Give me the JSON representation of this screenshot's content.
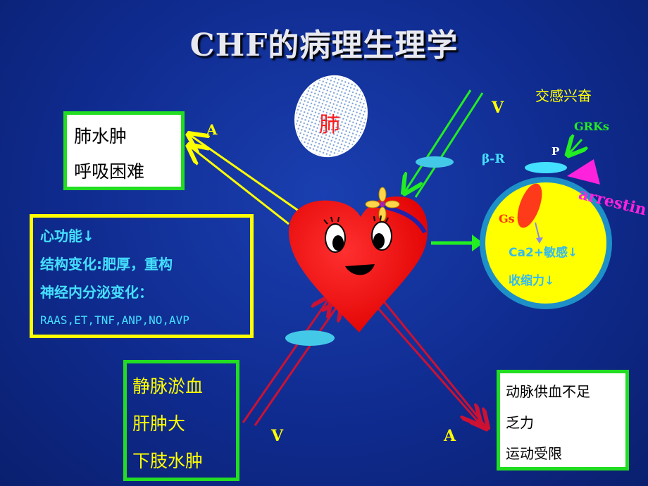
{
  "title": "CHF的病理生理学",
  "lung_label": "肺",
  "lung_box": {
    "lines": [
      "肺水肿",
      "呼吸困难"
    ]
  },
  "heart_box": {
    "lines": [
      "心功能↓",
      "结构变化:肥厚，重构",
      "神经内分泌变化：",
      "RAAS,ET,TNF,ANP,NO,AVP"
    ]
  },
  "vein_box": {
    "lines": [
      "静脉淤血",
      "肝肿大",
      "下肢水肿"
    ]
  },
  "artery_box": {
    "lines": [
      "动脉供血不足",
      "乏力",
      "运动受限"
    ]
  },
  "labels": {
    "a_top": "A",
    "v_top": "V",
    "v_bottom": "V",
    "a_bottom": "A",
    "sympathetic": "交感兴奋",
    "grks": "GRKs",
    "beta_r": "β-R",
    "p": "P",
    "arrestin": "arrestin",
    "gs": "Gs",
    "ca2": "Ca2+敏感↓",
    "contractility": "收缩力↓"
  },
  "colors": {
    "accent_green": "#22dd22",
    "accent_yellow": "#ffff00",
    "heart_red": "#ff1a1a",
    "cyan": "#44e0ff",
    "magenta": "#ff22dd"
  }
}
